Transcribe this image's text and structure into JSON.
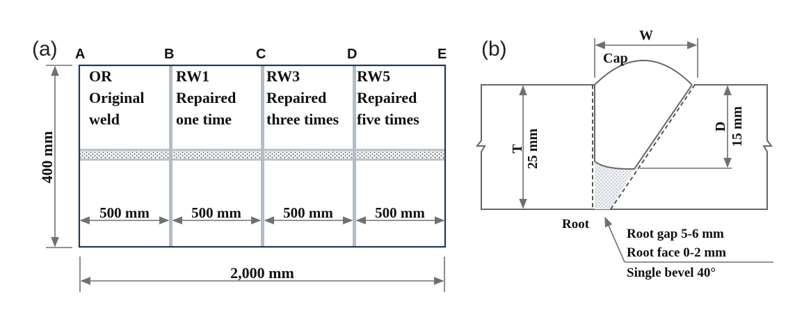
{
  "panel_a": {
    "label": "(a)",
    "points": [
      "A",
      "B",
      "C",
      "D",
      "E"
    ],
    "sections": [
      {
        "code": "OR",
        "line1": "Original",
        "line2": "weld"
      },
      {
        "code": "RW1",
        "line1": "Repaired",
        "line2": "one time"
      },
      {
        "code": "RW3",
        "line1": "Repaired",
        "line2": "three times"
      },
      {
        "code": "RW5",
        "line1": "Repaired",
        "line2": "five times"
      }
    ],
    "section_lengths": [
      "500 mm",
      "500 mm",
      "500 mm",
      "500 mm"
    ],
    "height_label": "400 mm",
    "total_length_label": "2,000 mm",
    "colors": {
      "plate_border": "#1f3a55",
      "divider": "#b4bcc6",
      "dimension": "#707070"
    }
  },
  "panel_b": {
    "label": "(b)",
    "cap_label": "Cap",
    "width_label": "W",
    "thickness_label": "T",
    "thickness_value": "25 mm",
    "depth_label": "D",
    "depth_value": "15 mm",
    "root_label": "Root",
    "notes": [
      "Root gap 5-6 mm",
      "Root face 0-2 mm",
      "Single bevel 40°"
    ]
  }
}
